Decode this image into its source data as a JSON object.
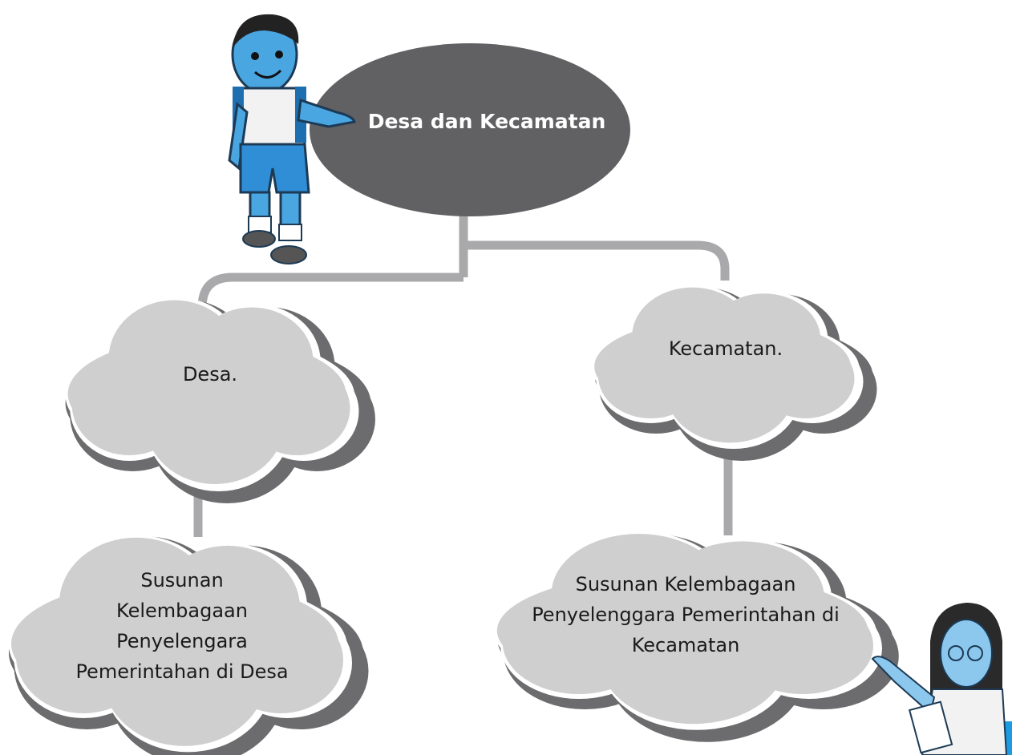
{
  "diagram": {
    "root": {
      "label": "Desa dan Kecamatan"
    },
    "left_branch": {
      "label": "Desa.",
      "child_lines": [
        "Susunan",
        "Kelembagaan",
        "Penyelengara",
        "Pemerintahan di Desa"
      ]
    },
    "right_branch": {
      "label": "Kecamatan.",
      "child_lines": [
        "Susunan Kelembagaan",
        "Penyelenggara Pemerintahan di",
        "Kecamatan"
      ]
    }
  },
  "colors": {
    "root_fill": "#616163",
    "cloud_fill": "#cfcfd0",
    "cloud_shadow": "#6c6c6e",
    "connector": "#a9a9ab",
    "boy_skin": "#4aa6e0",
    "girl_skin": "#8cc8ee",
    "accent_blue": "#1d9be0"
  },
  "icons": {
    "boy": "boy-student-illustration",
    "girl": "girl-student-illustration"
  }
}
